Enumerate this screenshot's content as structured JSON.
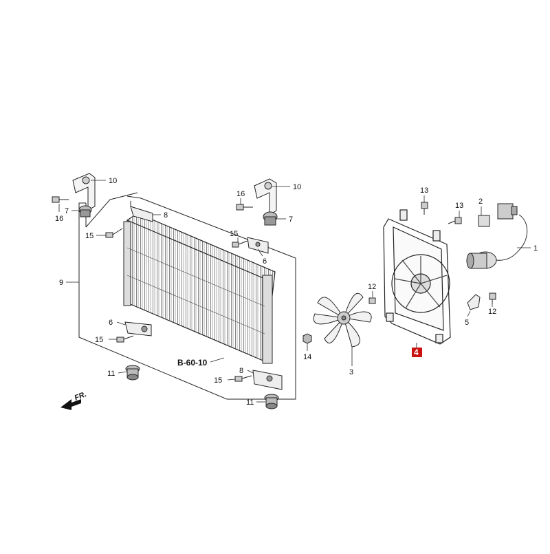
{
  "colors": {
    "ink": "#1a1a1a",
    "highlight": "#cc1111",
    "highlight_text": "#ffffff"
  },
  "labels": {
    "p1": "1",
    "p2": "2",
    "p3": "3",
    "p4": "4",
    "p5": "5",
    "p6a": "6",
    "p6b": "6",
    "p7a": "7",
    "p7b": "7",
    "p8a": "8",
    "p8b": "8",
    "p9": "9",
    "p10a": "10",
    "p10b": "10",
    "p11a": "11",
    "p11b": "11",
    "p12a": "12",
    "p12b": "12",
    "p13a": "13",
    "p13b": "13",
    "p14": "14",
    "p15a": "15",
    "p15b": "15",
    "p15c": "15",
    "p15d": "15",
    "p16a": "16",
    "p16b": "16"
  },
  "reference": "B-60-10",
  "direction": "FR."
}
